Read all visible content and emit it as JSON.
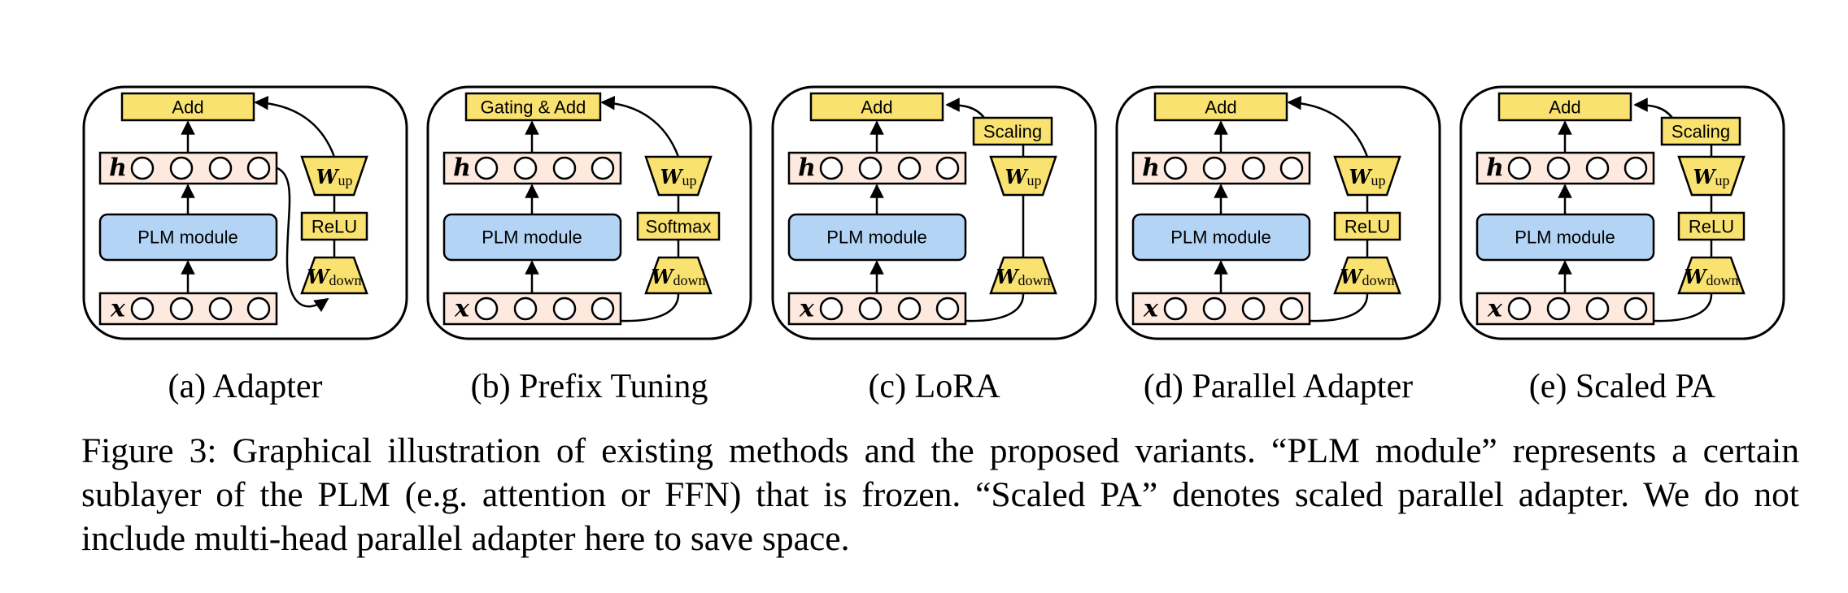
{
  "panels": [
    {
      "id": "adapter",
      "caption": "(a) Adapter",
      "combine_label": "Add",
      "scaling_label": "",
      "activation_label": "ReLU",
      "hidden_var": "h",
      "input_var": "x",
      "module_label": "PLM module",
      "w_up": {
        "base": "W",
        "sub": "up"
      },
      "w_down": {
        "base": "W",
        "sub": "down"
      },
      "placement": "sequential"
    },
    {
      "id": "prefix-tuning",
      "caption": "(b) Prefix Tuning",
      "combine_label": "Gating & Add",
      "scaling_label": "",
      "activation_label": "Softmax",
      "hidden_var": "h",
      "input_var": "x",
      "module_label": "PLM module",
      "w_up": {
        "base": "W",
        "sub": "up"
      },
      "w_down": {
        "base": "W",
        "sub": "down"
      },
      "placement": "parallel"
    },
    {
      "id": "lora",
      "caption": "(c) LoRA",
      "combine_label": "Add",
      "scaling_label": "Scaling",
      "activation_label": "",
      "hidden_var": "h",
      "input_var": "x",
      "module_label": "PLM module",
      "w_up": {
        "base": "W",
        "sub": "up"
      },
      "w_down": {
        "base": "W",
        "sub": "down"
      },
      "placement": "parallel"
    },
    {
      "id": "parallel-adapter",
      "caption": "(d) Parallel Adapter",
      "combine_label": "Add",
      "scaling_label": "",
      "activation_label": "ReLU",
      "hidden_var": "h",
      "input_var": "x",
      "module_label": "PLM module",
      "w_up": {
        "base": "W",
        "sub": "up"
      },
      "w_down": {
        "base": "W",
        "sub": "down"
      },
      "placement": "parallel"
    },
    {
      "id": "scaled-pa",
      "caption": "(e) Scaled PA",
      "combine_label": "Add",
      "scaling_label": "Scaling",
      "activation_label": "ReLU",
      "hidden_var": "h",
      "input_var": "x",
      "module_label": "PLM module",
      "w_up": {
        "base": "W",
        "sub": "up"
      },
      "w_down": {
        "base": "W",
        "sub": "down"
      },
      "placement": "parallel"
    }
  ],
  "caption": "Figure 3: Graphical illustration of existing methods and the proposed variants. “PLM module” represents a certain sublayer of the PLM (e.g. attention or FFN) that is frozen. “Scaled PA” denotes scaled parallel adapter. We do not include multi-head parallel adapter here to save space.",
  "colors": {
    "adapter_yellow": "#f9e270",
    "vector_peach": "#fde9dd",
    "module_blue": "#b3d4f5",
    "outline": "#000000"
  }
}
